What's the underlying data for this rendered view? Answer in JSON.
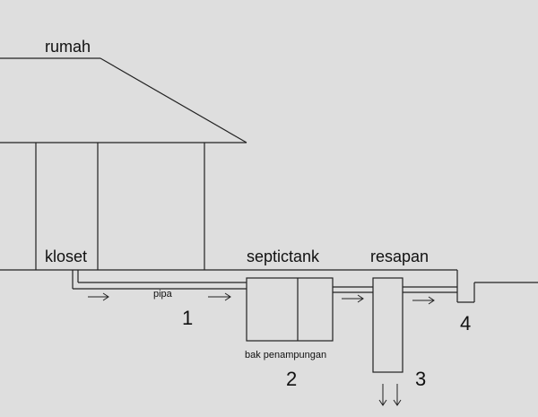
{
  "labels": {
    "house": "rumah",
    "toilet": "kloset",
    "pipe": "pipa",
    "septic_tank": "septictank",
    "holding_tank": "bak penampungan",
    "infiltration": "resapan"
  },
  "numbers": {
    "n1": "1",
    "n2": "2",
    "n3": "3",
    "n4": "4"
  }
}
